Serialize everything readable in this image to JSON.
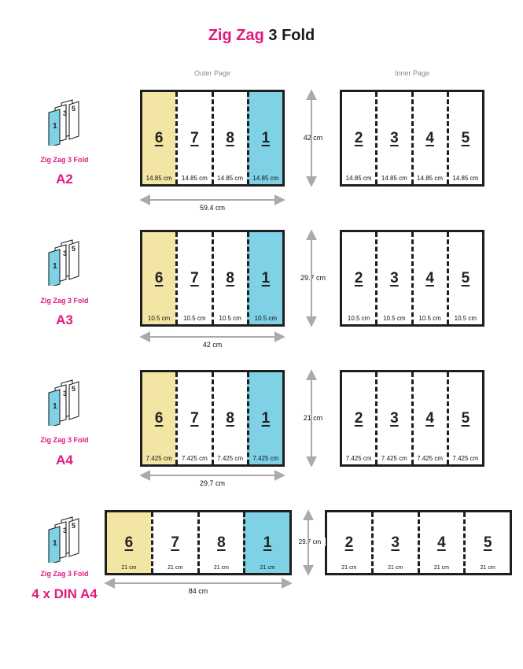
{
  "title": {
    "part1": "Zig Zag",
    "part2": "3 Fold"
  },
  "columns": {
    "outer": "Outer Page",
    "inner": "Inner Page"
  },
  "colors": {
    "accent": "#e0197d",
    "yellow": "#f3e6a4",
    "blue": "#7fd1e6",
    "frame": "#1e1e1e",
    "arrow": "#aaaaaa"
  },
  "icon": {
    "name": "zigzag-fold-icon",
    "pages": [
      "5",
      "3",
      "1"
    ]
  },
  "rows": [
    {
      "subtitle": "Zig Zag 3 Fold",
      "name": "A2",
      "outer": [
        {
          "num": "6",
          "w": "14.85 cm"
        },
        {
          "num": "7",
          "w": "14.85 cm"
        },
        {
          "num": "8",
          "w": "14.85 cm"
        },
        {
          "num": "1",
          "w": "14.85 cm"
        }
      ],
      "inner": [
        {
          "num": "2",
          "w": "14.85 cm"
        },
        {
          "num": "3",
          "w": "14.85 cm"
        },
        {
          "num": "4",
          "w": "14.85 cm"
        },
        {
          "num": "5",
          "w": "14.85 cm"
        }
      ],
      "width": "59.4 cm",
      "height": "42 cm"
    },
    {
      "subtitle": "Zig Zag 3 Fold",
      "name": "A3",
      "outer": [
        {
          "num": "6",
          "w": "10.5 cm"
        },
        {
          "num": "7",
          "w": "10.5 cm"
        },
        {
          "num": "8",
          "w": "10.5 cm"
        },
        {
          "num": "1",
          "w": "10.5 cm"
        }
      ],
      "inner": [
        {
          "num": "2",
          "w": "10.5 cm"
        },
        {
          "num": "3",
          "w": "10.5 cm"
        },
        {
          "num": "4",
          "w": "10.5 cm"
        },
        {
          "num": "5",
          "w": "10.5 cm"
        }
      ],
      "width": "42 cm",
      "height": "29.7 cm"
    },
    {
      "subtitle": "Zig Zag 3 Fold",
      "name": "A4",
      "outer": [
        {
          "num": "6",
          "w": "7.425 cm"
        },
        {
          "num": "7",
          "w": "7.425 cm"
        },
        {
          "num": "8",
          "w": "7.425 cm"
        },
        {
          "num": "1",
          "w": "7.425 cm"
        }
      ],
      "inner": [
        {
          "num": "2",
          "w": "7.425 cm"
        },
        {
          "num": "3",
          "w": "7.425 cm"
        },
        {
          "num": "4",
          "w": "7.425 cm"
        },
        {
          "num": "5",
          "w": "7.425 cm"
        }
      ],
      "width": "29.7 cm",
      "height": "21 cm"
    },
    {
      "subtitle": "Zig Zag 3 Fold",
      "name": "4 x DIN A4",
      "outer": [
        {
          "num": "6",
          "w": "21 cm"
        },
        {
          "num": "7",
          "w": "21 cm"
        },
        {
          "num": "8",
          "w": "21 cm"
        },
        {
          "num": "1",
          "w": "21 cm"
        }
      ],
      "inner": [
        {
          "num": "2",
          "w": "21 cm"
        },
        {
          "num": "3",
          "w": "21 cm"
        },
        {
          "num": "4",
          "w": "21 cm"
        },
        {
          "num": "5",
          "w": "21 cm"
        }
      ],
      "width": "84 cm",
      "height": "29.7 cm"
    }
  ]
}
